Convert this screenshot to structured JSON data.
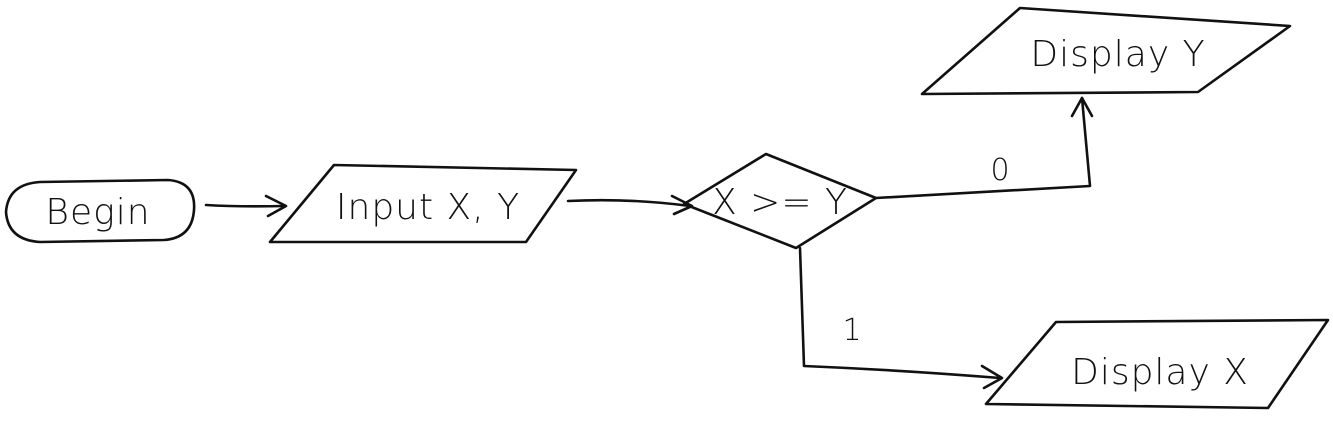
{
  "diagram": {
    "nodes": {
      "begin": {
        "label": "Begin",
        "shape": "terminator"
      },
      "input": {
        "label": "Input X, Y",
        "shape": "parallelogram"
      },
      "decision": {
        "label": "X >= Y",
        "shape": "diamond"
      },
      "display_y": {
        "label": "Display Y",
        "shape": "parallelogram"
      },
      "display_x": {
        "label": "Display X",
        "shape": "parallelogram"
      }
    },
    "edges": [
      {
        "from": "begin",
        "to": "input",
        "label": ""
      },
      {
        "from": "input",
        "to": "decision",
        "label": ""
      },
      {
        "from": "decision",
        "to": "display_y",
        "label": "0"
      },
      {
        "from": "decision",
        "to": "display_x",
        "label": "1"
      }
    ],
    "stroke_color": "#111111",
    "background": "#ffffff"
  }
}
